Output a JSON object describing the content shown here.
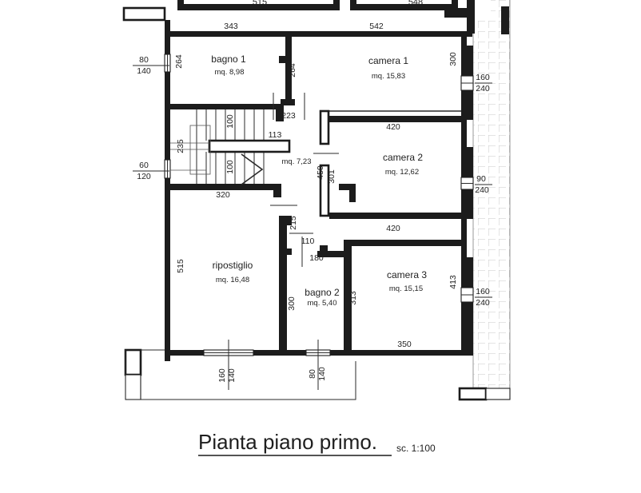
{
  "colors": {
    "ink": "#1c1c1c",
    "hatch": "#c9c9c9"
  },
  "title": {
    "text": "Pianta piano primo.",
    "scale": "sc. 1:100"
  },
  "plan": {
    "rooms": [
      {
        "id": "bagno1",
        "name": "bagno 1",
        "area": "mq. 8,98"
      },
      {
        "id": "camera1",
        "name": "camera 1",
        "area": "mq. 15,83"
      },
      {
        "id": "camera2",
        "name": "camera 2",
        "area": "mq. 12,62"
      },
      {
        "id": "camera3",
        "name": "camera 3",
        "area": "mq. 15,15"
      },
      {
        "id": "ripostiglio",
        "name": "ripostiglio",
        "area": "mq. 16,48"
      },
      {
        "id": "bagno2",
        "name": "bagno 2",
        "area": "mq. 5,40"
      },
      {
        "id": "corridoio",
        "name": "",
        "area": "mq. 7,23"
      }
    ],
    "dims": {
      "top_cut_left": "515",
      "top_cut_right": "548",
      "bagno1_w": "343",
      "camera1_w": "542",
      "bagno1_h": "264",
      "hall_door": "264",
      "camera1_h": "300",
      "win_left_top_w": "80",
      "win_left_top_h": "140",
      "win_left_bot_w": "60",
      "win_left_bot_h": "120",
      "stair_run_top": "100",
      "stair_run_bot": "100",
      "stair_w": "235",
      "landing": "113",
      "hall_open": "223",
      "hall_len": "450",
      "camera2_wall": "301",
      "camera2_w_top": "420",
      "camera2_w_bot": "420",
      "balcony_door_w": "90",
      "balcony_door_h": "240",
      "win_right_top_w": "160",
      "win_right_top_h": "240",
      "win_right_bot_w": "160",
      "win_right_bot_h": "240",
      "ripostiglio_w": "320",
      "ripostiglio_h": "515",
      "hall_strip": "215",
      "bagno2_door": "110",
      "bagno2_w": "180",
      "bagno2_h": "300",
      "bagno2_wall": "313",
      "camera3_h": "413",
      "camera3_w": "350",
      "win_bot_left_w": "160",
      "win_bot_left_h": "140",
      "win_bot_right_w": "80",
      "win_bot_right_h": "140"
    }
  }
}
